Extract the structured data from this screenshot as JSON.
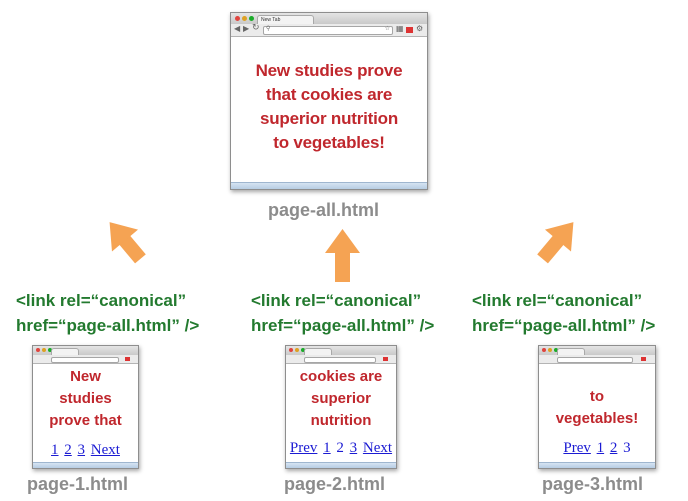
{
  "colors": {
    "headline": "#c0272d",
    "code": "#237a2f",
    "caption": "#8c8c8c",
    "arrow": "#f5a353",
    "link": "#1b1bd3"
  },
  "main_window": {
    "tab_title": "New Tab",
    "headline": "New studies prove\nthat cookies are\nsuperior nutrition\nto vegetables!",
    "filename": "page-all.html"
  },
  "canonical_tag": {
    "line1": "<link rel=“canonical”",
    "line2": "href=“page-all.html” />"
  },
  "pages": [
    {
      "text": "New\nstudies\nprove that",
      "pager": [
        "1",
        "2",
        "3",
        "Next"
      ],
      "filename": "page-1.html"
    },
    {
      "text": "cookies are\nsuperior\nnutrition",
      "pager": [
        "Prev",
        "1",
        "2",
        "3",
        "Next"
      ],
      "filename": "page-2.html"
    },
    {
      "text": "to\nvegetables!",
      "pager": [
        "Prev",
        "1",
        "2",
        "3"
      ],
      "filename": "page-3.html"
    }
  ],
  "icons": [
    "arrow-up-right",
    "arrow-up",
    "arrow-up-left",
    "search-icon",
    "star-icon",
    "wrench-icon"
  ]
}
